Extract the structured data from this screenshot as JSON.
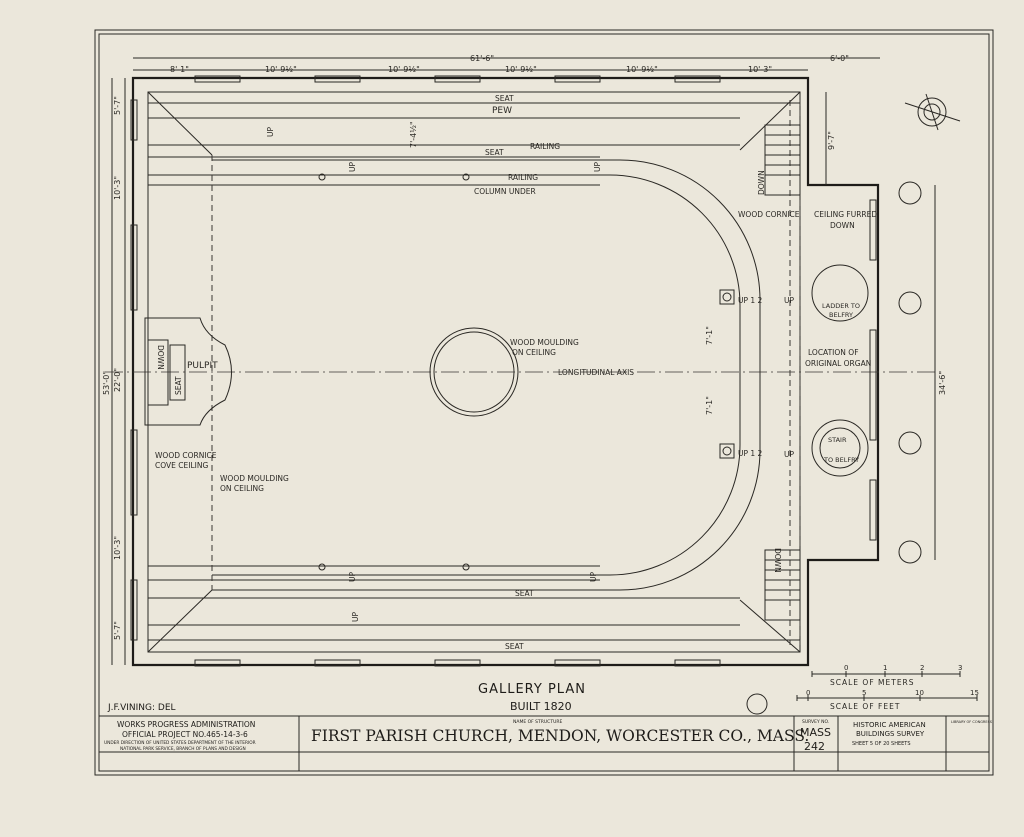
{
  "drawing": {
    "title": "GALLERY PLAN",
    "built": "BUILT 1820",
    "delineator": "J.F.VINING: DEL",
    "colors": {
      "paper": "#ebe7db",
      "ink": "#1e1c19"
    }
  },
  "dimensions": {
    "overall_width": "61'-6\"",
    "tower": "6'-0\"",
    "bays": [
      "8'-1\"",
      "10'-9½\"",
      "10'-9½\"",
      "10'-9½\"",
      "10'-9½\"",
      "10'-3\""
    ],
    "left": [
      "5'-7\"",
      "10'-3\"",
      "53'-0\"",
      "22'-0\"",
      "10'-3\"",
      "5'-7\""
    ],
    "right_tower": "9'-7\"",
    "portico": "34'-6\"",
    "column_spacing": [
      "7'-1\"",
      "7'-1\""
    ],
    "rise": "7'-4½\""
  },
  "labels": {
    "seat": "SEAT",
    "pew": "PEW",
    "railing": "RAILING",
    "column_under": "COLUMN UNDER",
    "up": "UP",
    "down": "DOWN",
    "wood_cornice": "WOOD CORNICE",
    "ceiling_furred": "CEILING FURRED",
    "down2": "DOWN",
    "ladder": "LADDER TO",
    "belfry": "BELFRY",
    "location_of": "LOCATION OF",
    "original_organ": "ORIGINAL ORGAN",
    "stair": "STAIR",
    "up_small": "UP",
    "to_belfry": "TO BELFRY",
    "wood_moulding": "WOOD MOULDING",
    "on_ceiling": "ON CEILING",
    "longitudinal_axis": "LONGITUDINAL AXIS",
    "pulpit": "PULPIT",
    "cove_ceiling": "COVE CEILING",
    "up12": "UP 1 2"
  },
  "scales": {
    "meters_label": "SCALE OF METERS",
    "meters_ticks": [
      "0",
      "1",
      "2",
      "3"
    ],
    "feet_label": "SCALE OF FEET",
    "feet_ticks": [
      "0",
      "5",
      "10",
      "15"
    ]
  },
  "title_block": {
    "wpa_line1": "WORKS PROGRESS ADMINISTRATION",
    "wpa_line2": "OFFICIAL PROJECT NO.465-14-3-6",
    "wpa_line3": "UNDER DIRECTION OF UNITED STATES DEPARTMENT OF THE INTERIOR",
    "wpa_line4": "NATIONAL PARK SERVICE, BRANCH OF PLANS AND DESIGN",
    "name_caption": "NAME OF STRUCTURE",
    "structure_name": "FIRST PARISH CHURCH, MENDON, WORCESTER CO., MASS.",
    "survey_caption": "SURVEY NO.",
    "survey_state": "MASS",
    "survey_number": "242",
    "habs_line1": "HISTORIC AMERICAN",
    "habs_line2": "BUILDINGS SURVEY",
    "sheet": "SHEET 5 OF 20 SHEETS",
    "library": "LIBRARY OF CONGRESS"
  }
}
